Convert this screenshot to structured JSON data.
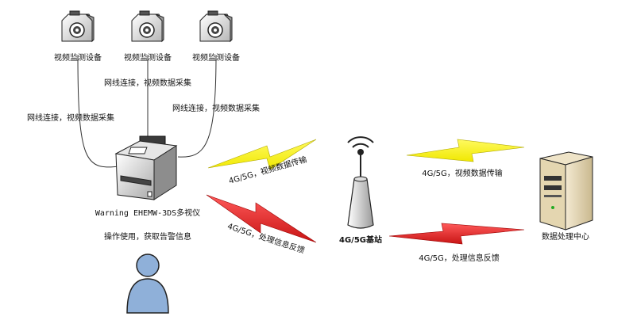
{
  "cameras": [
    {
      "label": "视频监测设备"
    },
    {
      "label": "视频监测设备"
    },
    {
      "label": "视频监测设备"
    }
  ],
  "links": {
    "left": "网线连接，视频数据采集",
    "middle": "网线连接，视频数据采集",
    "right": "网线连接，视频数据采集"
  },
  "device": {
    "label": "Warning EHEMW-3DS多视仪"
  },
  "operator": {
    "label": "操作使用，获取告警信息"
  },
  "base_station": {
    "label": "4G/5G基站"
  },
  "data_center": {
    "label": "数据处理中心"
  },
  "bolts": {
    "device_to_station_up": "4G/5G，视频数据传输",
    "station_to_device_down": "4G/5G，处理信息反馈",
    "station_to_center_up": "4G/5G，视频数据传输",
    "center_to_station_down": "4G/5G，处理信息反馈"
  },
  "colors": {
    "yellow_bolt": "#f5f000",
    "red_bolt": "#d81e1e",
    "person": "#8fb0d9"
  }
}
